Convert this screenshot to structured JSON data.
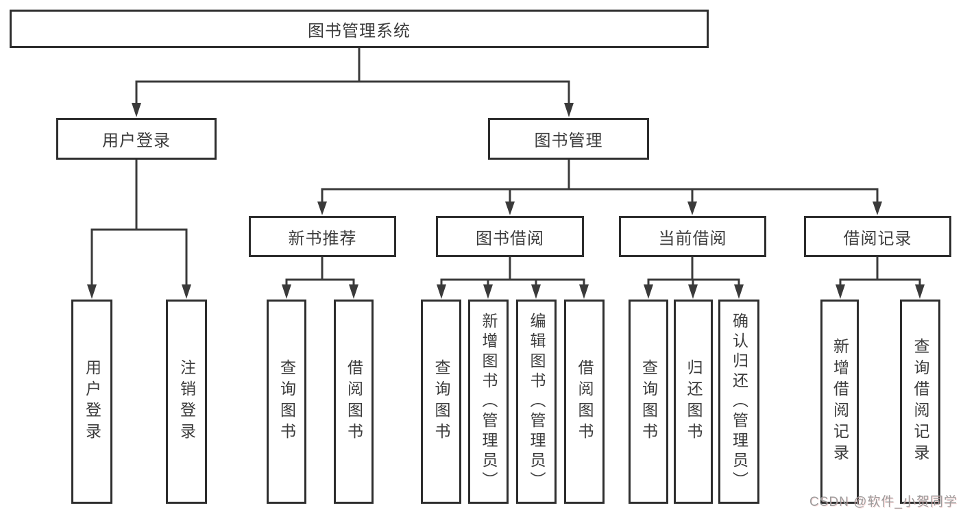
{
  "tree": {
    "root": {
      "label": "图书管理系统",
      "children": [
        {
          "label": "用户登录",
          "children": [
            {
              "label": "用户登录"
            },
            {
              "label": "注销登录"
            }
          ]
        },
        {
          "label": "图书管理",
          "children": [
            {
              "label": "新书推荐",
              "children": [
                {
                  "label": "查询图书"
                },
                {
                  "label": "借阅图书"
                }
              ]
            },
            {
              "label": "图书借阅",
              "children": [
                {
                  "label": "查询图书"
                },
                {
                  "label": "新增图书（管理员）"
                },
                {
                  "label": "编辑图书（管理员）"
                },
                {
                  "label": "借阅图书"
                }
              ]
            },
            {
              "label": "当前借阅",
              "children": [
                {
                  "label": "查询图书"
                },
                {
                  "label": "归还图书"
                },
                {
                  "label": "确认归还（管理员）"
                }
              ]
            },
            {
              "label": "借阅记录",
              "children": [
                {
                  "label": "新增借阅记录"
                },
                {
                  "label": "查询借阅记录"
                }
              ]
            }
          ]
        }
      ]
    }
  },
  "watermark": {
    "text": "CSDN @软件_小贺同学"
  },
  "colors": {
    "background": "#ffffff",
    "line": "#3a3a3a",
    "box_border": "#2e2e2e",
    "text": "#3c3c3c",
    "watermark": "#9c9c9c"
  }
}
